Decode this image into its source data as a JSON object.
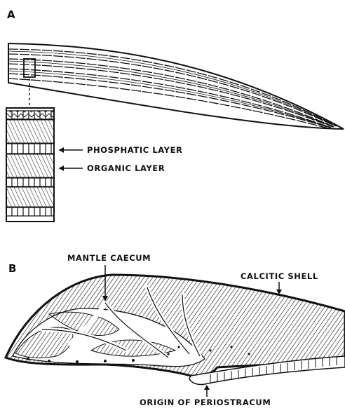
{
  "panel_a": {
    "letter": "A",
    "labels": {
      "phosphatic": "PHOSPHATIC LAYER",
      "organic": "ORGANIC LAYER"
    }
  },
  "panel_b": {
    "letter": "B",
    "labels": {
      "mantle_caecum": "MANTLE CAECUM",
      "calcitic_shell": "CALCITIC SHELL",
      "periostracum": "ORIGIN OF PERIOSTRACUM"
    }
  }
}
